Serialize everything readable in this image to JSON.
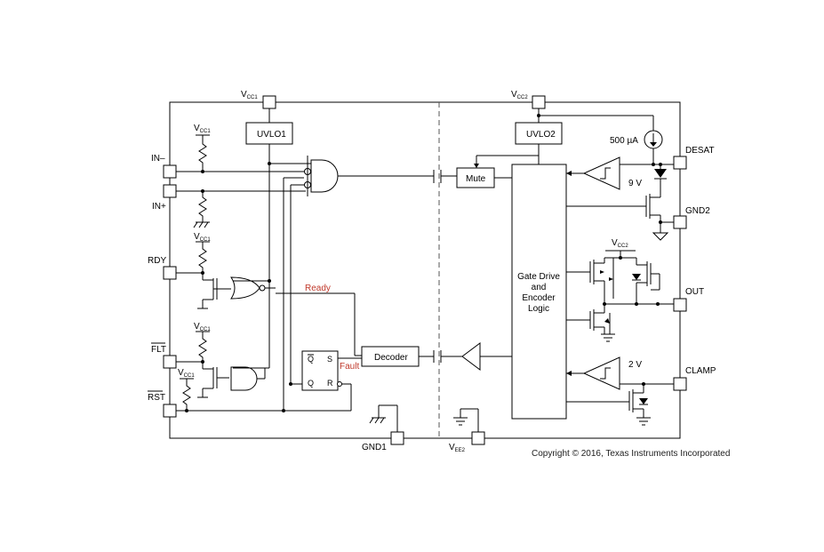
{
  "pins": {
    "vcc1": {
      "main": "V",
      "sub": "CC1"
    },
    "vcc2": {
      "main": "V",
      "sub": "CC2"
    },
    "in_minus": "IN–",
    "in_plus": "IN+",
    "rdy": "RDY",
    "flt": "FLT",
    "rst": "RST",
    "gnd1": "GND1",
    "vee2": {
      "main": "V",
      "sub": "EE2"
    },
    "desat": "DESAT",
    "gnd2": "GND2",
    "out": "OUT",
    "clamp": "CLAMP"
  },
  "blocks": {
    "uvlo1": "UVLO1",
    "uvlo2": "UVLO2",
    "mute": "Mute",
    "decoder": "Decoder",
    "gate_drive": [
      "Gate Drive",
      "and",
      "Encoder",
      "Logic"
    ],
    "latch": {
      "qbar": "Q",
      "s": "S",
      "q": "Q",
      "r": "R"
    }
  },
  "annotations": {
    "current_source": "500 µA",
    "desat_ref": "9 V",
    "clamp_ref": "2 V",
    "ready": "Ready",
    "fault": "Fault",
    "vcc1_label": {
      "main": "V",
      "sub": "CC1"
    },
    "vcc2_label": {
      "main": "V",
      "sub": "CC2"
    }
  },
  "colors": {
    "signal_label": "#c0392b"
  },
  "copyright": "Copyright © 2016, Texas Instruments Incorporated"
}
